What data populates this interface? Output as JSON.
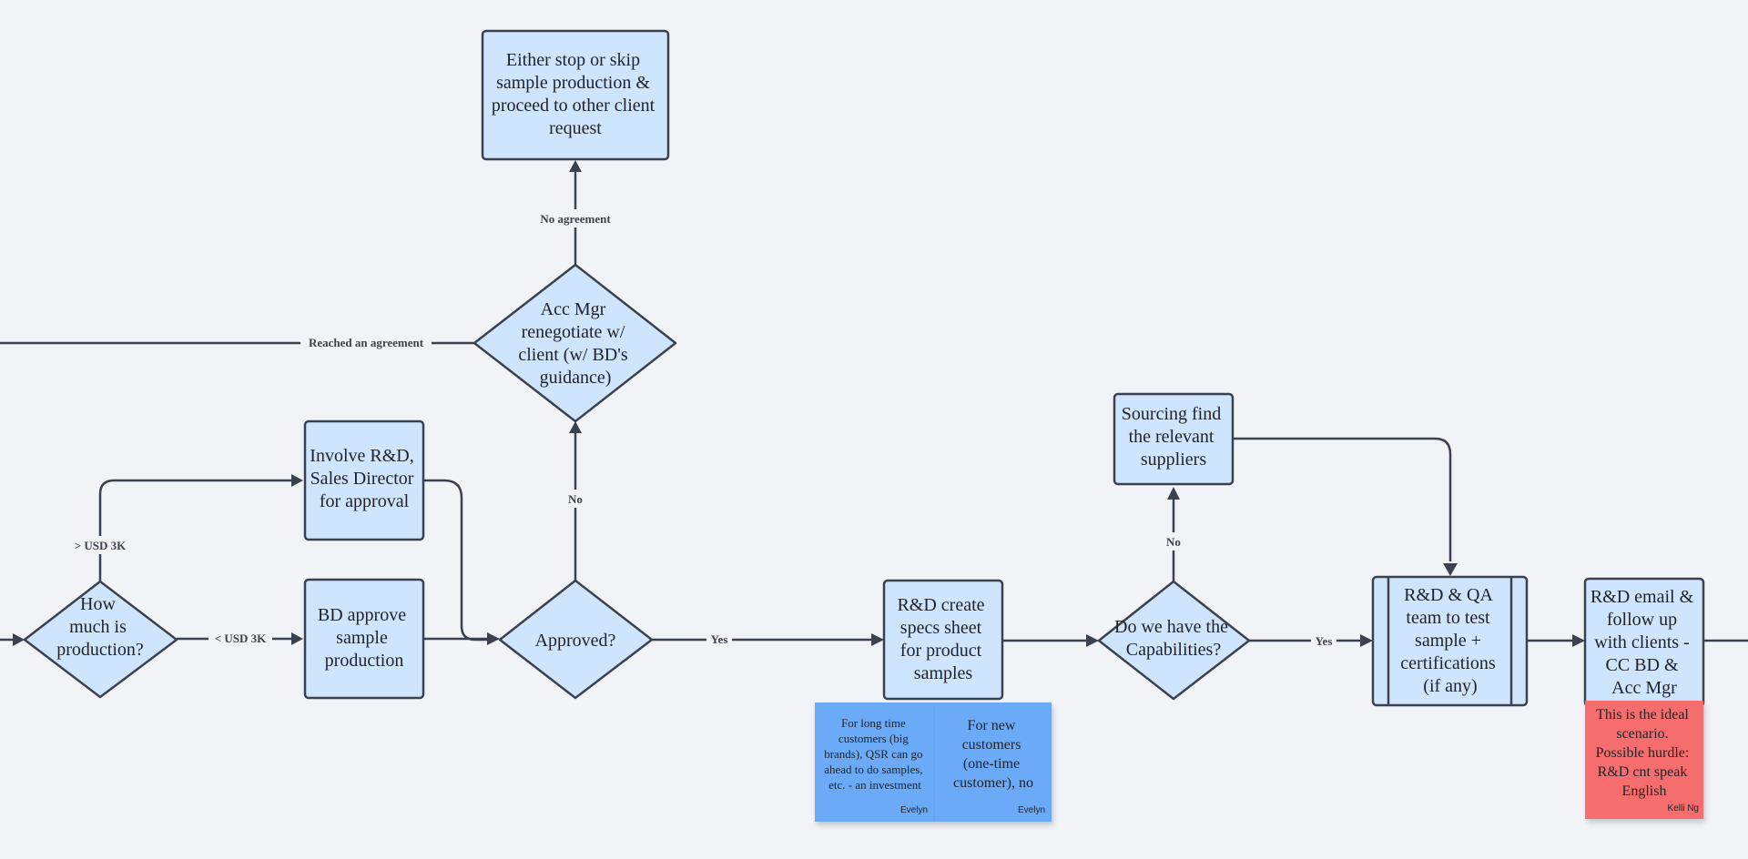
{
  "colors": {
    "canvas": "#f1f3f6",
    "node_fill": "#cfe4fd",
    "node_stroke": "#3a4250",
    "edge": "#3a4250",
    "sticky_blue": "#6aaaf7",
    "sticky_red": "#f56d6d"
  },
  "nodes": {
    "stop_or_skip": {
      "shape": "rectangle",
      "lines": [
        "Either stop or skip",
        "sample production &",
        "proceed to other client",
        "request"
      ]
    },
    "acc_mgr_renegotiate": {
      "shape": "diamond",
      "lines": [
        "Acc Mgr",
        "renegotiate w/",
        "client (w/ BD's",
        "guidance)"
      ]
    },
    "involve_rd": {
      "shape": "rectangle",
      "lines": [
        "Involve R&D,",
        "Sales Director",
        "for approval"
      ]
    },
    "how_much": {
      "shape": "diamond",
      "lines": [
        "How",
        "much is",
        "production?"
      ]
    },
    "bd_approve": {
      "shape": "rectangle",
      "lines": [
        "BD approve",
        "sample",
        "production"
      ]
    },
    "approved": {
      "shape": "diamond",
      "lines": [
        "Approved?"
      ]
    },
    "rd_create_specs": {
      "shape": "rectangle",
      "lines": [
        "R&D create",
        "specs sheet",
        "for product",
        "samples"
      ]
    },
    "sourcing": {
      "shape": "rectangle",
      "lines": [
        "Sourcing find",
        "the relevant",
        "suppliers"
      ]
    },
    "capabilities": {
      "shape": "diamond",
      "lines": [
        "Do we have the",
        "Capabilities?"
      ]
    },
    "rd_qa_test": {
      "shape": "predefined-process",
      "lines": [
        "R&D & QA",
        "team to test",
        "sample +",
        "certifications",
        "(if any)"
      ]
    },
    "rd_email": {
      "shape": "rectangle",
      "lines": [
        "R&D email &",
        "follow up",
        "with clients -",
        "CC BD &",
        "Acc Mgr"
      ]
    }
  },
  "edges": {
    "no_agreement": "No agreement",
    "reached_agreement": "Reached an agreement",
    "no_approved": "No",
    "over_3k": "> USD 3K",
    "under_3k": "< USD 3K",
    "yes_approved": "Yes",
    "no_capabilities": "No",
    "yes_capabilities": "Yes"
  },
  "stickies": {
    "long_time": {
      "lines": [
        "For long time",
        "customers (big",
        "brands), QSR can go",
        "ahead to do samples,",
        "etc. - an investment"
      ],
      "author": "Evelyn",
      "color": "#6aaaf7"
    },
    "new_customers": {
      "lines": [
        "For new",
        "customers",
        "(one-time",
        "customer), no"
      ],
      "author": "Evelyn",
      "color": "#6aaaf7"
    },
    "ideal_scenario": {
      "lines": [
        "This is the ideal",
        "scenario.",
        "Possible hurdle:",
        "R&D cnt speak",
        "English"
      ],
      "author": "Kelli Ng",
      "color": "#f56d6d"
    }
  }
}
